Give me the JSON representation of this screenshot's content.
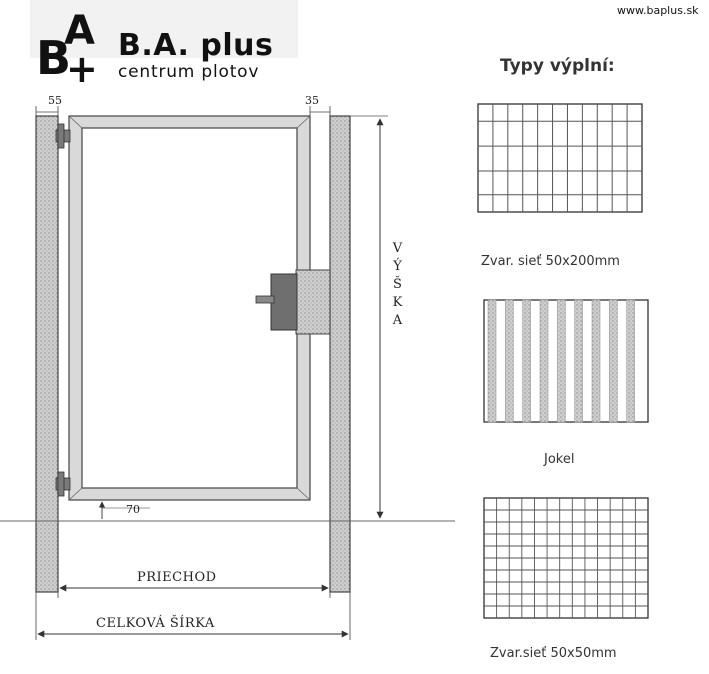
{
  "brand": {
    "logo_letters": "BA+",
    "name": "B.A. plus",
    "tagline": "centrum plotov",
    "website": "www.baplus.sk"
  },
  "diagram": {
    "dim_left_post": "55",
    "dim_right_post": "35",
    "dim_bottom_gap": "70",
    "height_label": [
      "V",
      "Ý",
      "Š",
      "K",
      "A"
    ],
    "passage_label": "PRIECHOD",
    "total_width_label": "CELKOVÁ ŠÍRKA"
  },
  "fill_types": {
    "title": "Typy výplní:",
    "items": [
      {
        "label": "Zvar. sieť 50x200mm"
      },
      {
        "label": "Jokel"
      },
      {
        "label": "Zvar.sieť 50x50mm"
      }
    ]
  },
  "colors": {
    "line": "#3a3a3a",
    "post_fill": "#c4c4c4",
    "jokel_fill": "#9a9a9a"
  }
}
